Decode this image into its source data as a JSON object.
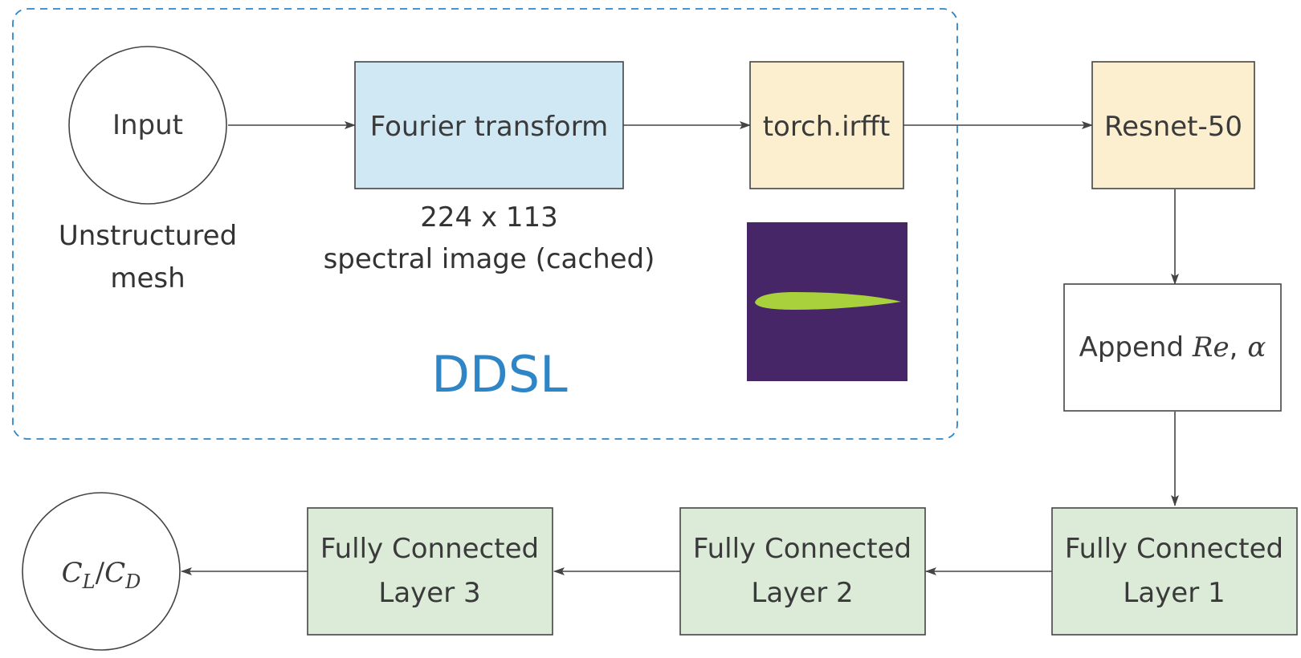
{
  "colors": {
    "input_fill": "#ffffff",
    "fourier_fill": "#cfe8f4",
    "yellow_fill": "#fbefcf",
    "green_fill": "#dcebd8",
    "white_fill": "#ffffff",
    "ddsl_blue": "#2f86c6",
    "airfoil_bg": "#472667",
    "airfoil_shape": "#a8d13c",
    "stroke": "#444444"
  },
  "group": {
    "title": "DDSL"
  },
  "nodes": {
    "input": {
      "label": "Input",
      "caption_line1": "Unstructured",
      "caption_line2": "mesh"
    },
    "fourier": {
      "label": "Fourier transform",
      "caption_line1": "224 x 113",
      "caption_line2": "spectral image (cached)"
    },
    "irfft": {
      "label": "torch.irfft"
    },
    "resnet": {
      "label": "Resnet-50"
    },
    "append": {
      "label_prefix": "Append ",
      "re": "Re",
      "comma": ",",
      "alpha": "α"
    },
    "fc1": {
      "line1": "Fully Connected",
      "line2": "Layer 1"
    },
    "fc2": {
      "line1": "Fully Connected",
      "line2": "Layer 2"
    },
    "fc3": {
      "line1": "Fully Connected",
      "line2": "Layer 3"
    },
    "output": {
      "c1": "C",
      "sub1": "L",
      "slash": "/",
      "c2": "C",
      "sub2": "D"
    }
  },
  "edges": [
    "input->fourier",
    "fourier->irfft",
    "irfft->resnet",
    "resnet->append",
    "append->fc1",
    "fc1->fc2",
    "fc2->fc3",
    "fc3->output"
  ]
}
